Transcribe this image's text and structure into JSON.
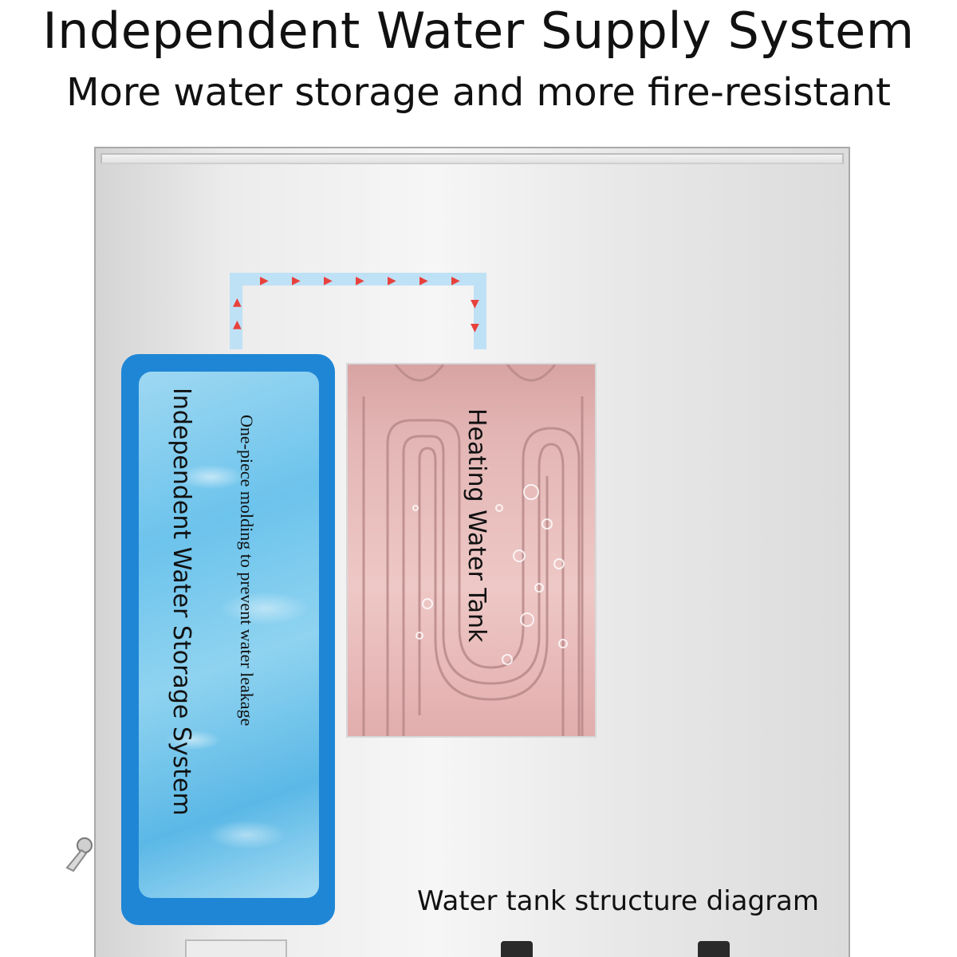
{
  "header": {
    "title": "Independent Water Supply System",
    "subtitle": "More water storage and more fire-resistant"
  },
  "diagram": {
    "storage_tank_label": "Independent Water Storage System",
    "storage_tank_note": "One-piece molding to prevent water leakage",
    "heating_tank_label": "Heating Water Tank",
    "caption": "Water tank structure diagram"
  },
  "colors": {
    "storage_frame": "#1f86d6",
    "pipe": "#bfe1f5",
    "flow_arrow": "#e8413c",
    "heating_tint": "#e3b6b5"
  },
  "icons": {
    "flow_arrow": "flow-arrow-icon",
    "drain_valve": "drain-valve-icon"
  }
}
